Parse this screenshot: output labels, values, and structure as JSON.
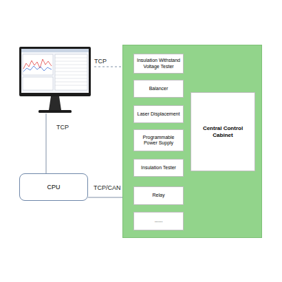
{
  "diagram": {
    "nodes": [
      {
        "text": []
      },
      {
        "text": []
      },
      {
        "text": [
          "Insulation Withstand Voltage Tester"
        ],
        "in": 1
      },
      {
        "text": [
          "Balancer"
        ],
        "in": 1
      },
      {
        "text": [
          "Laser Displacement"
        ],
        "in": 1
      },
      {
        "text": [
          "Programmable Power Supply"
        ],
        "in": 1
      },
      {
        "text": [
          "Insulation Tester"
        ],
        "in": 1
      },
      {
        "text": [
          "Relay"
        ],
        "in": 1
      },
      {
        "text": [
          "......"
        ],
        "in": 1
      },
      {
        "text": [
          "Central Control Cabinet"
        ],
        "in": 1
      },
      {
        "text": [
          "CPU"
        ]
      }
    ],
    "edges": [
      {
        "from": 0,
        "to": 10,
        "arrow": "none",
        "label": "TCP"
      },
      {
        "from": 0,
        "to": 1,
        "arrow": "none",
        "label": "TCP"
      },
      {
        "from": 10,
        "to": 1,
        "arrow": "none",
        "label": "TCP/CAN"
      }
    ]
  }
}
